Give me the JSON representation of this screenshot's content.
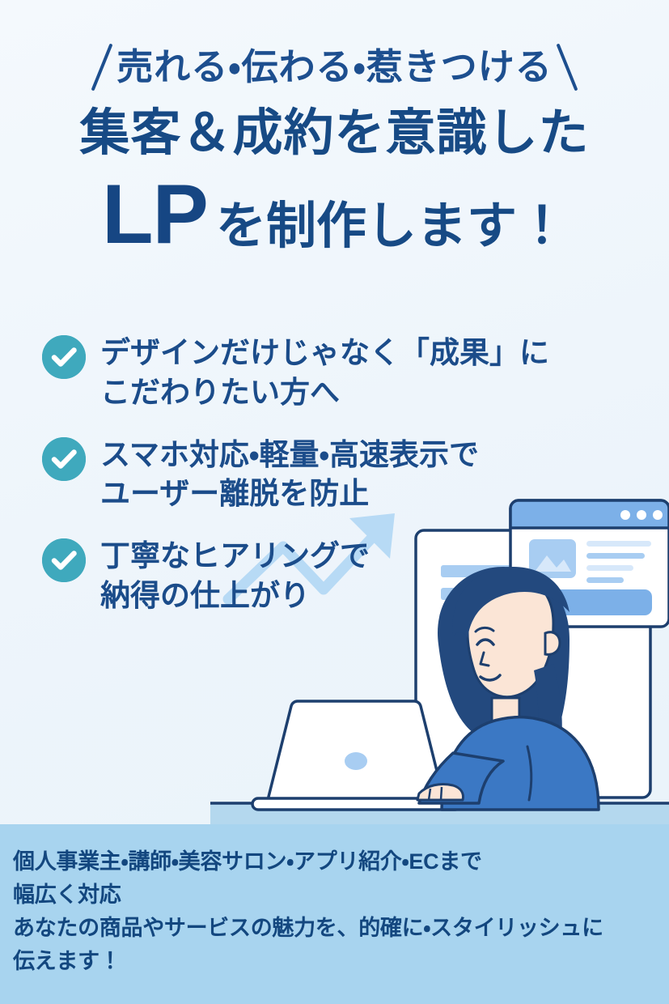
{
  "poster": {
    "background_top_color": "#f4f9fd",
    "background_bottom_color": "#e8f2fa"
  },
  "headline": {
    "kicker": "売れる・伝わる・惹きつける",
    "line2": "集客＆成約を意識した",
    "lp_emphasis": "LP",
    "line3_rest": "を制作します！",
    "color": "#174a85"
  },
  "checklist": {
    "badge_color": "#3fa9bd",
    "check_color": "#ffffff",
    "text_color": "#1b4c8a",
    "items": [
      {
        "line1": "デザインだけじゃなく「成果」に",
        "line2": "こだわりたい方へ",
        "icon": "check-circle-icon"
      },
      {
        "line1": "スマホ対応・軽量・高速表示で",
        "line2": "ユーザー離脱を防止",
        "icon": "check-circle-icon"
      },
      {
        "line1": "丁寧なヒアリングで",
        "line2": "納得の仕上がり",
        "icon": "check-circle-icon"
      }
    ]
  },
  "illustration": {
    "description": "woman-at-laptop-with-browser-mockup",
    "browser_dot_count": 3,
    "colors": {
      "navy_outline": "#1d3f6e",
      "panel_fill": "#ffffff",
      "browser_bar": "#7cb0e8",
      "placeholder_bar": "#a8cdf2",
      "placeholder_bar_light": "#d7e8fa",
      "sweater": "#3b78c4",
      "hair": "#23497e",
      "skin": "#fbe5d6",
      "arrow": "#b7daf5",
      "desk": "#b4d8ee",
      "laptop": "#ffffff"
    }
  },
  "banner": {
    "background_color": "#a8d4ef",
    "text_color": "#13477f",
    "line1": "個人事業主・講師・美容サロン・アプリ紹介・ECまで",
    "line2": "幅広く対応",
    "line3": "あなたの商品やサービスの魅力を、的確に・スタイリッシュに",
    "line4": "伝えます！"
  }
}
